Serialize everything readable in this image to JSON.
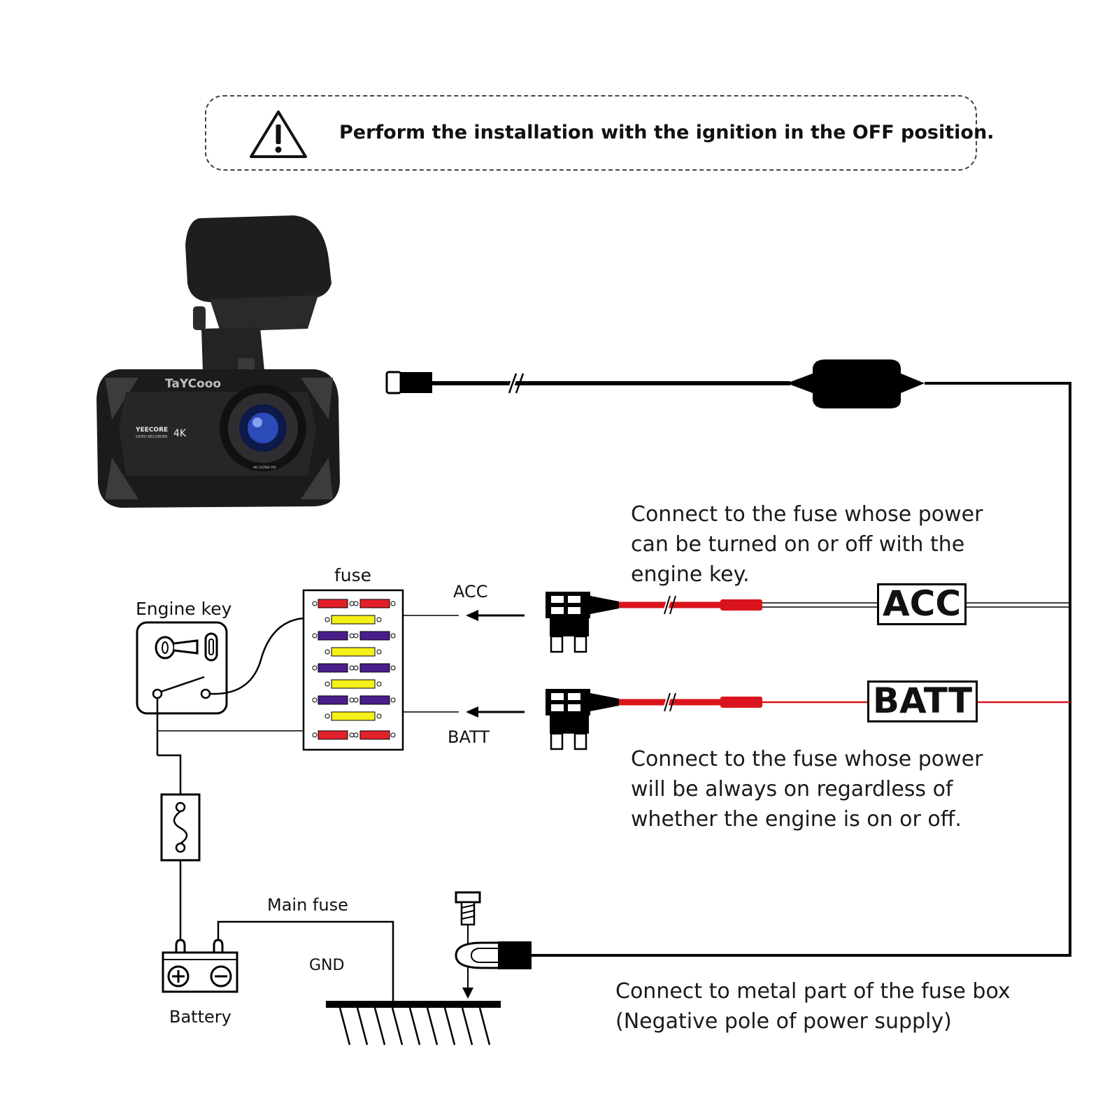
{
  "warning": {
    "text": "Perform the installation with the ignition in the OFF position."
  },
  "camera": {
    "brand_text": "TaYCooo",
    "model_text": "YEECORE",
    "sub_text": "VIDEO RECORDER",
    "resolution": "4K",
    "lens_text": "4K ULTRA HD"
  },
  "labels": {
    "fuse": "fuse",
    "engine_key": "Engine key",
    "acc_small": "ACC",
    "batt_small": "BATT",
    "acc_big": "ACC",
    "batt_big": "BATT",
    "main_fuse": "Main fuse",
    "gnd": "GND",
    "battery": "Battery"
  },
  "notes": {
    "acc": "Connect to the fuse whose power can be turned on or off with the engine key.",
    "batt": "Connect to the fuse whose power will be always on regardless of whether the engine is on or off.",
    "gnd_line1": "Connect to metal part of the fuse box",
    "gnd_line2": "(Negative pole of power supply)"
  },
  "colors": {
    "wire_red": "#d9141c",
    "fuse_red": "#e2202a",
    "fuse_yellow": "#f5ef1a",
    "fuse_purple": "#4a1f8c",
    "line_black": "#000000"
  }
}
